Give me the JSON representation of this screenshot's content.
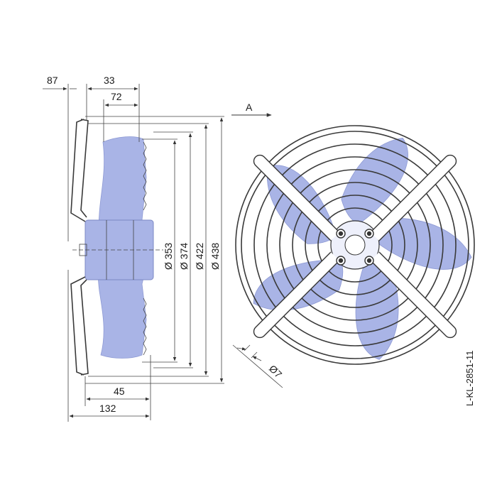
{
  "dimensions": {
    "d87": "87",
    "d33": "33",
    "d72": "72",
    "d45": "45",
    "d132": "132",
    "dia353": "Ø 353",
    "dia374": "Ø 374",
    "dia422": "Ø 422",
    "dia438": "Ø 438",
    "dia7": "Ø7"
  },
  "view_label": "A",
  "drawing_ref": "L-KL-2851-11",
  "colors": {
    "blade": "#a9b4e6",
    "blade_edge": "#8e9ad4",
    "line": "#333333"
  }
}
